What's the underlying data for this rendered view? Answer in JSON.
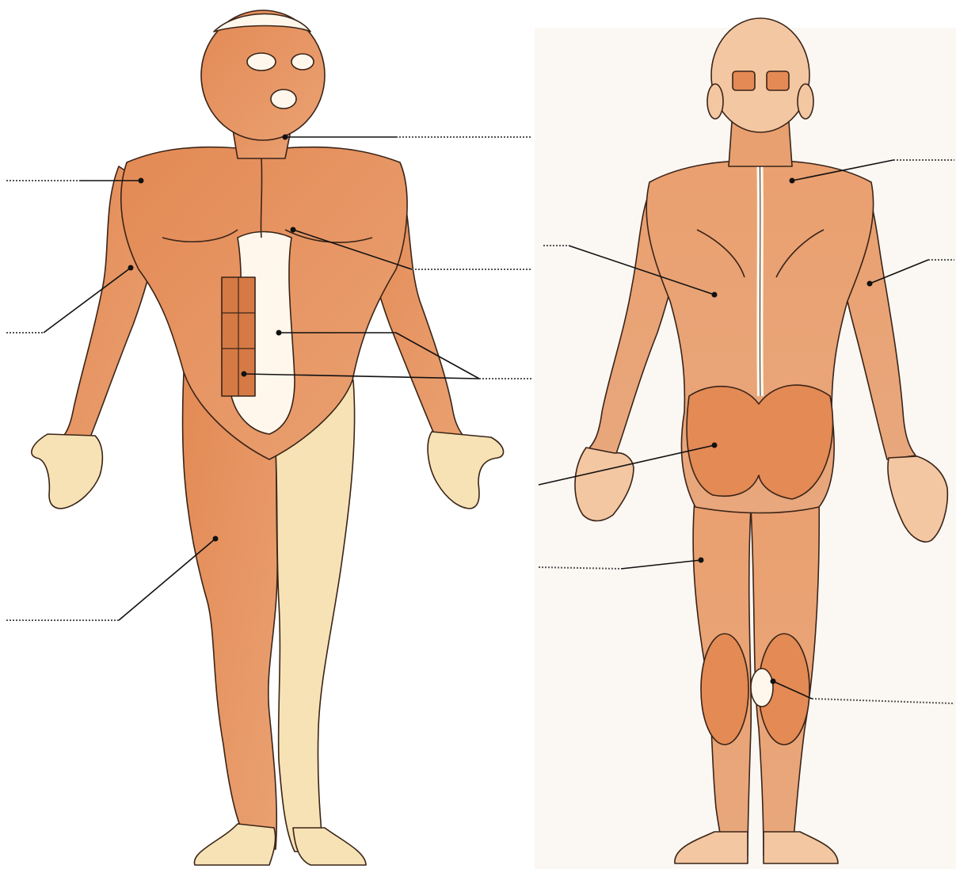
{
  "diagram": {
    "kind": "muscle-labeling-worksheet",
    "views": [
      {
        "id": "front-view",
        "label": ""
      },
      {
        "id": "back-view",
        "label": ""
      }
    ],
    "colors": {
      "muscle": "#E89966",
      "muscle_dark": "#C86A3E",
      "muscle_light": "#F3C7A2",
      "tendon": "#FFF7EC",
      "skin_leg": "#F6E2B4",
      "outline": "#3A2418",
      "leader": "#111111",
      "answer_line": "#555555",
      "paper": "#FFFFFF"
    },
    "labels": [
      {
        "id": "neck-sternocleidomastoid",
        "text": ""
      },
      {
        "id": "shoulder-deltoid-front",
        "text": ""
      },
      {
        "id": "chest-pectoralis",
        "text": ""
      },
      {
        "id": "upper-arm-biceps",
        "text": ""
      },
      {
        "id": "abdomen-rectus-obliques",
        "text": ""
      },
      {
        "id": "thigh-quadriceps",
        "text": ""
      },
      {
        "id": "upper-back-trapezius",
        "text": ""
      },
      {
        "id": "back-arm-triceps",
        "text": ""
      },
      {
        "id": "mid-back-latissimus",
        "text": ""
      },
      {
        "id": "buttock-gluteus",
        "text": ""
      },
      {
        "id": "back-thigh-hamstrings",
        "text": ""
      },
      {
        "id": "calf-gastrocnemius",
        "text": ""
      }
    ]
  }
}
